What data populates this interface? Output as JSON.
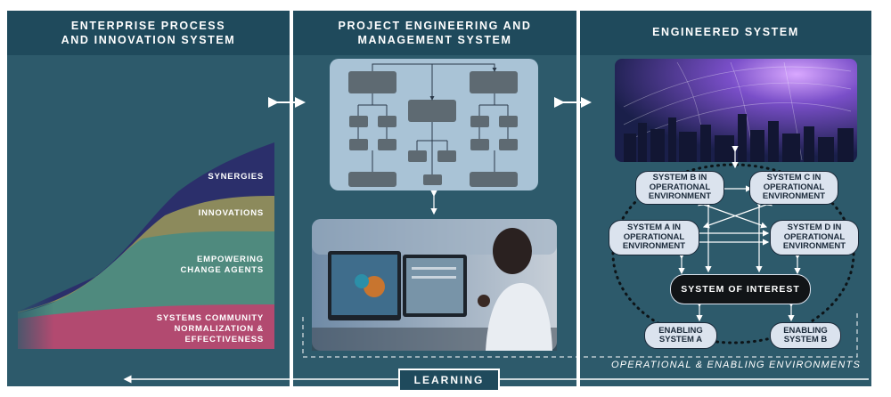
{
  "headers": {
    "enterprise": [
      "ENTERPRISE PROCESS",
      "AND INNOVATION SYSTEM"
    ],
    "project": [
      "PROJECT ENGINEERING AND",
      "MANAGEMENT SYSTEM"
    ],
    "engineered": "ENGINEERED SYSTEM"
  },
  "layers": [
    {
      "lines": [
        "SYNERGIES"
      ],
      "color": "#2b2f6b"
    },
    {
      "lines": [
        "INNOVATIONS"
      ],
      "color": "#8c8a5c"
    },
    {
      "lines": [
        "EMPOWERING",
        "CHANGE AGENTS"
      ],
      "color": "#4f8a7e"
    },
    {
      "lines": [
        "SYSTEMS COMMUNITY",
        "NORMALIZATION &",
        "EFFECTIVENESS"
      ],
      "color": "#b24a70"
    }
  ],
  "systems": {
    "b": [
      "SYSTEM B IN",
      "OPERATIONAL",
      "ENVIRONMENT"
    ],
    "c": [
      "SYSTEM C IN",
      "OPERATIONAL",
      "ENVIRONMENT"
    ],
    "a": [
      "SYSTEM A IN",
      "OPERATIONAL",
      "ENVIRONMENT"
    ],
    "d": [
      "SYSTEM D IN",
      "OPERATIONAL",
      "ENVIRONMENT"
    ],
    "interest": "SYSTEM OF INTEREST",
    "enabling_a": [
      "ENABLING",
      "SYSTEM A"
    ],
    "enabling_b": [
      "ENABLING",
      "SYSTEM B"
    ]
  },
  "learning": "LEARNING",
  "environments": "OPERATIONAL & ENABLING ENVIRONMENTS",
  "colors": {
    "header_bg": "#1f4a5c",
    "panel_bg": "#2d5a6b",
    "box_bg": "#dbe3ee"
  }
}
